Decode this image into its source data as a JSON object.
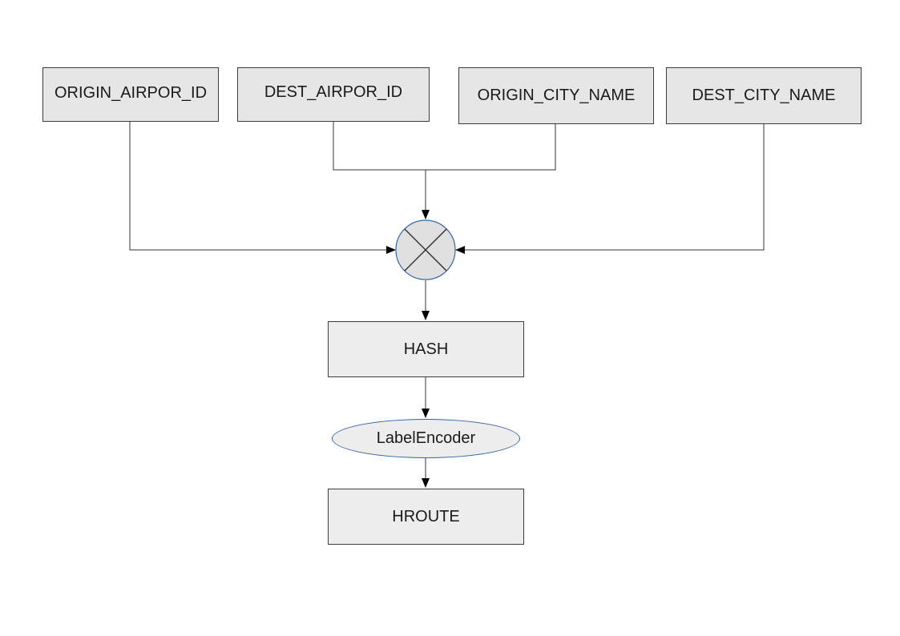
{
  "nodes": {
    "origin_airport": "ORIGIN_AIRPOR_ID",
    "dest_airport": "DEST_AIRPOR_ID",
    "origin_city": "ORIGIN_CITY_NAME",
    "dest_city": "DEST_CITY_NAME",
    "hash": "HASH",
    "encoder": "LabelEncoder",
    "hroute": "HROUTE"
  },
  "combiner_icon": "combine-cross-circle-icon",
  "edges": [
    [
      "origin_city",
      "combiner"
    ],
    [
      "dest_airport",
      "combiner"
    ],
    [
      "origin_airport",
      "combiner"
    ],
    [
      "dest_city",
      "combiner"
    ],
    [
      "combiner",
      "hash"
    ],
    [
      "hash",
      "encoder"
    ],
    [
      "encoder",
      "hroute"
    ]
  ],
  "colors": {
    "box_fill": "#e6e6e6",
    "box_border": "#3c3c3c",
    "combiner_fill": "#e0e0e0",
    "combiner_border": "#3465a4",
    "connector": "#333333",
    "arrowhead": "#000000"
  }
}
